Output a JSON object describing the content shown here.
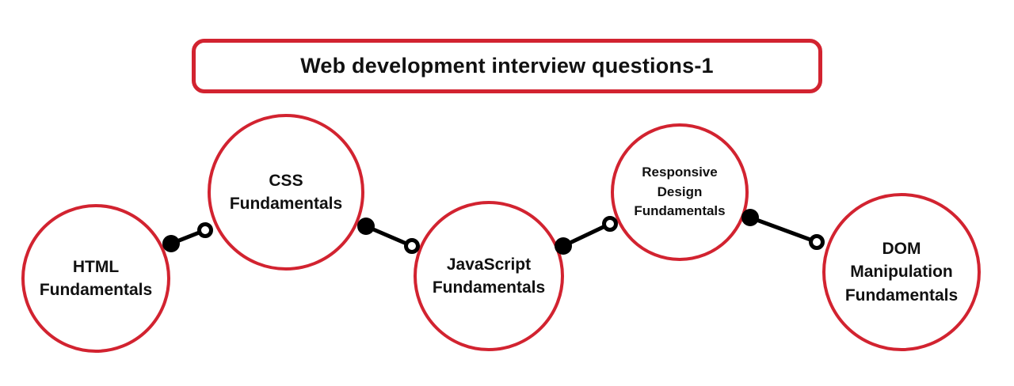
{
  "title": {
    "text": "Web development interview questions-1"
  },
  "diagram": {
    "nodes": [
      {
        "id": "html",
        "label": "HTML\nFundamentals"
      },
      {
        "id": "css",
        "label": "CSS\nFundamentals"
      },
      {
        "id": "javascript",
        "label": "JavaScript\nFundamentals"
      },
      {
        "id": "responsive-design",
        "label": "Responsive\nDesign\nFundamentals"
      },
      {
        "id": "dom-manipulation",
        "label": "DOM\nManipulation\nFundamentals"
      }
    ],
    "connections": [
      {
        "from": "html",
        "to": "css"
      },
      {
        "from": "css",
        "to": "javascript"
      },
      {
        "from": "javascript",
        "to": "responsive-design"
      },
      {
        "from": "responsive-design",
        "to": "dom-manipulation"
      }
    ]
  },
  "colors": {
    "accent_red": "#d22330",
    "text_black": "#111111",
    "background": "#ffffff",
    "connector_black": "#000000"
  }
}
